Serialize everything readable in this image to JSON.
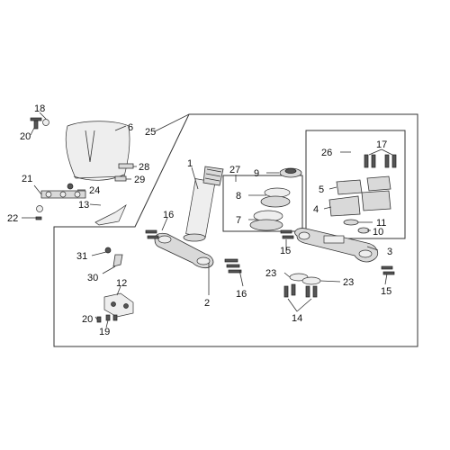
{
  "diagram": {
    "labels": {
      "p1": "1",
      "p2": "2",
      "p3": "3",
      "p4": "4",
      "p5": "5",
      "p6": "6",
      "p7": "7",
      "p8": "8",
      "p9": "9",
      "p10": "10",
      "p11": "11",
      "p12": "12",
      "p13": "13",
      "p14": "14",
      "p15a": "15",
      "p15b": "15",
      "p16a": "16",
      "p16b": "16",
      "p17": "17",
      "p18": "18",
      "p19": "19",
      "p20a": "20",
      "p20b": "20",
      "p21": "21",
      "p22": "22",
      "p23a": "23",
      "p23b": "23",
      "p24": "24",
      "p25": "25",
      "p26": "26",
      "p27": "27",
      "p28": "28",
      "p29": "29",
      "p30": "30",
      "p31": "31"
    }
  }
}
